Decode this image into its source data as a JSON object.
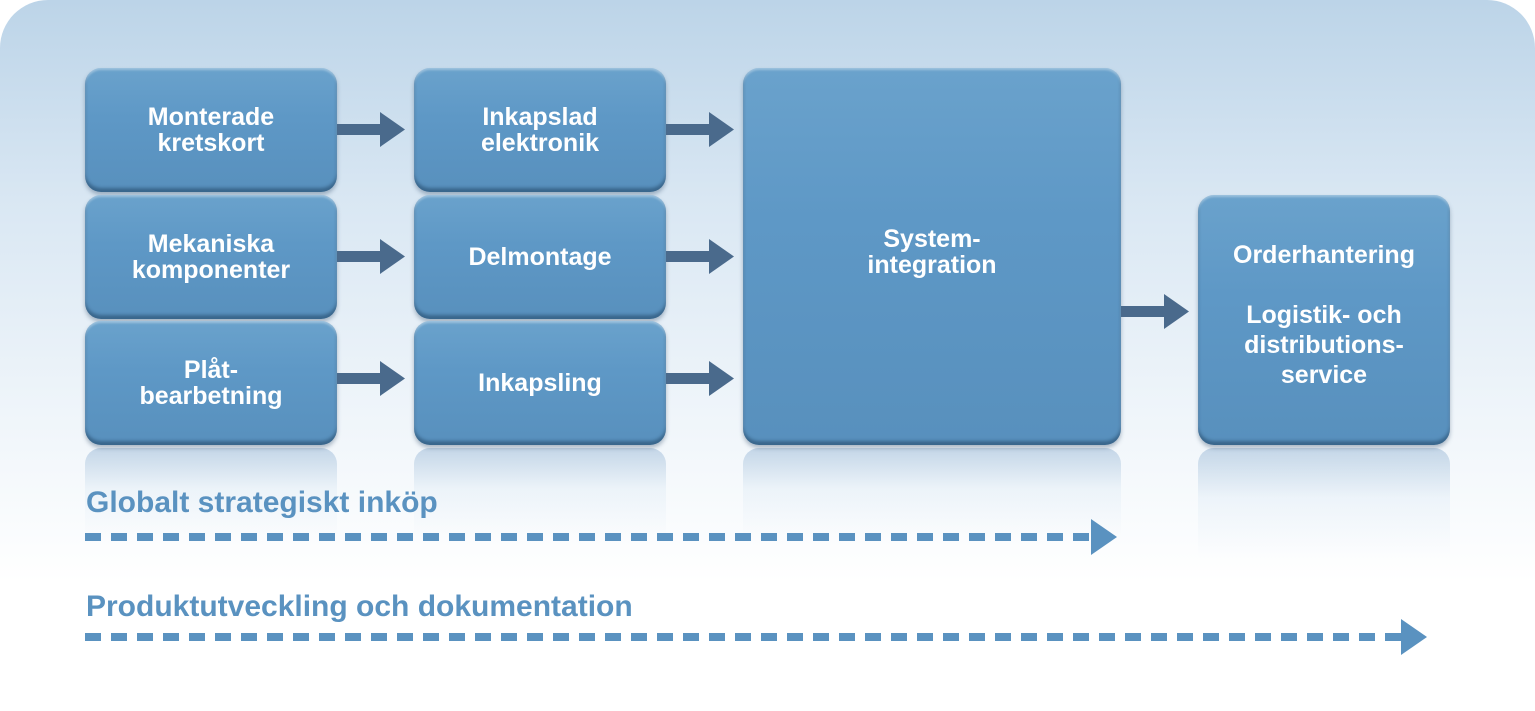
{
  "boxes": {
    "monterade": "Monterade\nkretskort",
    "mekaniska": "Mekaniska\nkomponenter",
    "plat": "Plåt-\nbearbetning",
    "inkapslad": "Inkapslad\nelektronik",
    "delmontage": "Delmontage",
    "inkapsling": "Inkapsling",
    "system": "System-\nintegration",
    "order": "Orderhantering\n\nLogistik- och\ndistributions-\nservice"
  },
  "bars": {
    "inkop": "Globalt strategiskt inköp",
    "produkt": "Produktutveckling och dokumentation"
  },
  "colors": {
    "box_fill": "#5e98c6",
    "arrow": "#4a6a8c",
    "bar": "#5a92c0"
  }
}
